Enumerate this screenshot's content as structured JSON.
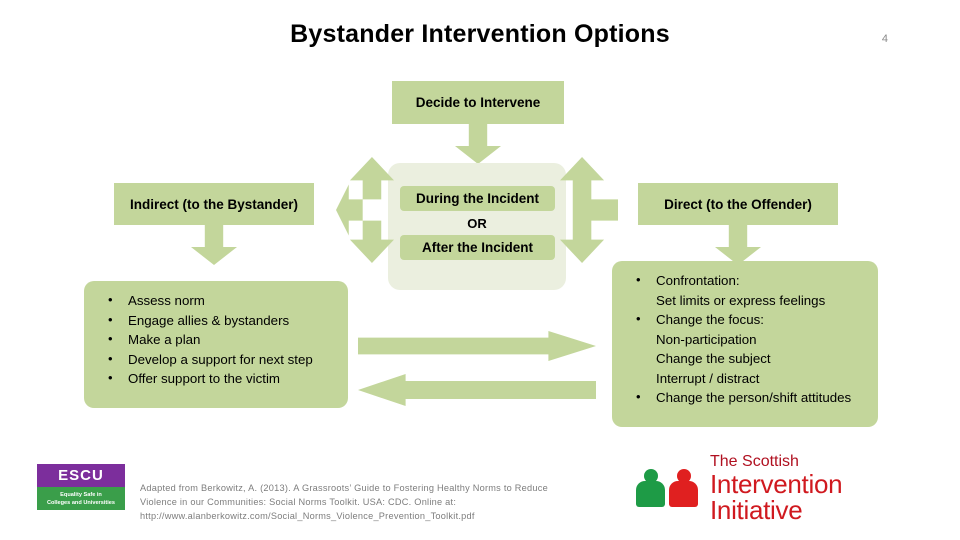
{
  "slide": {
    "title": "Bystander Intervention Options",
    "number": "4"
  },
  "flow": {
    "decide": "Decide to Intervene",
    "indirect": "Indirect (to the Bystander)",
    "direct": "Direct (to the Offender)",
    "during": "During the Incident",
    "or": "OR",
    "after": "After the Incident"
  },
  "indirect_details": [
    {
      "text": "Assess norm",
      "sub": []
    },
    {
      "text": "Engage allies & bystanders",
      "sub": []
    },
    {
      "text": "Make a plan",
      "sub": []
    },
    {
      "text": "Develop a support for next step",
      "sub": []
    },
    {
      "text": "Offer support to the victim",
      "sub": []
    }
  ],
  "direct_details": [
    {
      "text": "Confrontation:",
      "sub": [
        "Set limits or express feelings"
      ]
    },
    {
      "text": "Change the focus:",
      "sub": [
        "Non-participation",
        "Change the subject",
        "Interrupt / distract"
      ]
    },
    {
      "text": "Change the person/shift attitudes",
      "sub": []
    }
  ],
  "citation": {
    "line1": "Adapted from Berkowitz, A. (2013). A Grassroots’ Guide to Fostering Healthy Norms to Reduce",
    "line2": "Violence in our Communities: Social Norms Toolkit.  USA: CDC. Online at:",
    "line3": "http://www.alanberkowitz.com/Social_Norms_Violence_Prevention_Toolkit.pdf"
  },
  "logos": {
    "escu": {
      "acronym": "ESCU",
      "tagline_line1": "Equality Safe in",
      "tagline_line2": "Colleges and Universities"
    },
    "sii": {
      "line1": "The Scottish",
      "line2": "Intervention Initiative"
    }
  },
  "colors": {
    "box_green": "#c3d69b",
    "panel_light": "#ebefdf",
    "escu_purple": "#7c2e9c",
    "escu_green": "#3a9e4a",
    "sii_red": "#d0191f",
    "sii_green": "#1e9b46"
  }
}
